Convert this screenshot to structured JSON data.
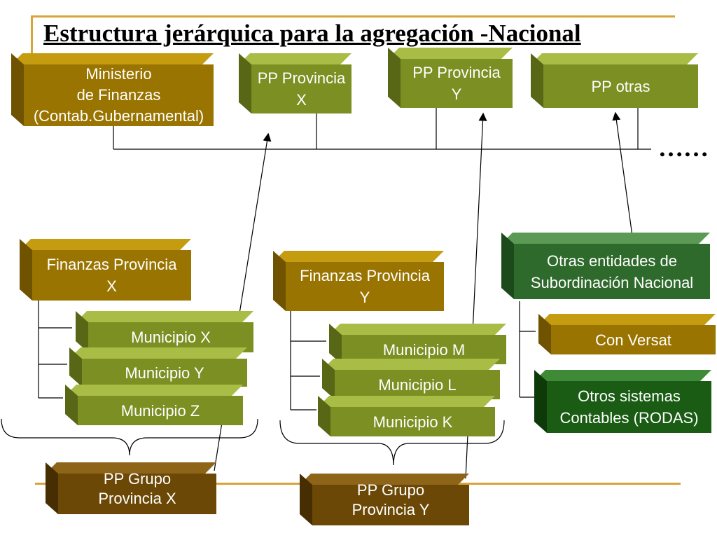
{
  "title": "Estructura jerárquica para la agregación -Nacional",
  "ellipsis": "……",
  "colors": {
    "olive": "#7b8f22",
    "gold": "#9a7400",
    "brown": "#6b4806",
    "green": "#2e6a2b",
    "dark_green": "#1a5c14",
    "rule": "#d8a43a"
  },
  "top_row": {
    "ministerio": "Ministerio\nde Finanzas\n(Contab.Gubernamental)",
    "pp_provincia_x": "PP Provincia\nX",
    "pp_provincia_y": "PP Provincia\nY",
    "pp_otras": "PP otras"
  },
  "group_x": {
    "finanzas": "Finanzas Provincia\nX",
    "municipios": [
      "Municipio X",
      "Municipio Y",
      "Municipio Z"
    ],
    "pp_grupo": "PP Grupo\nProvincia X"
  },
  "group_y": {
    "finanzas": "Finanzas Provincia\nY",
    "municipios": [
      "Municipio M",
      "Municipio L",
      "Municipio K"
    ],
    "pp_grupo": "PP Grupo\nProvincia Y"
  },
  "group_otras": {
    "entidades": "Otras entidades de\nSubordinación Nacional",
    "con_versat": "Con Versat",
    "otros_sistemas": "Otros sistemas\nContables (RODAS)"
  }
}
